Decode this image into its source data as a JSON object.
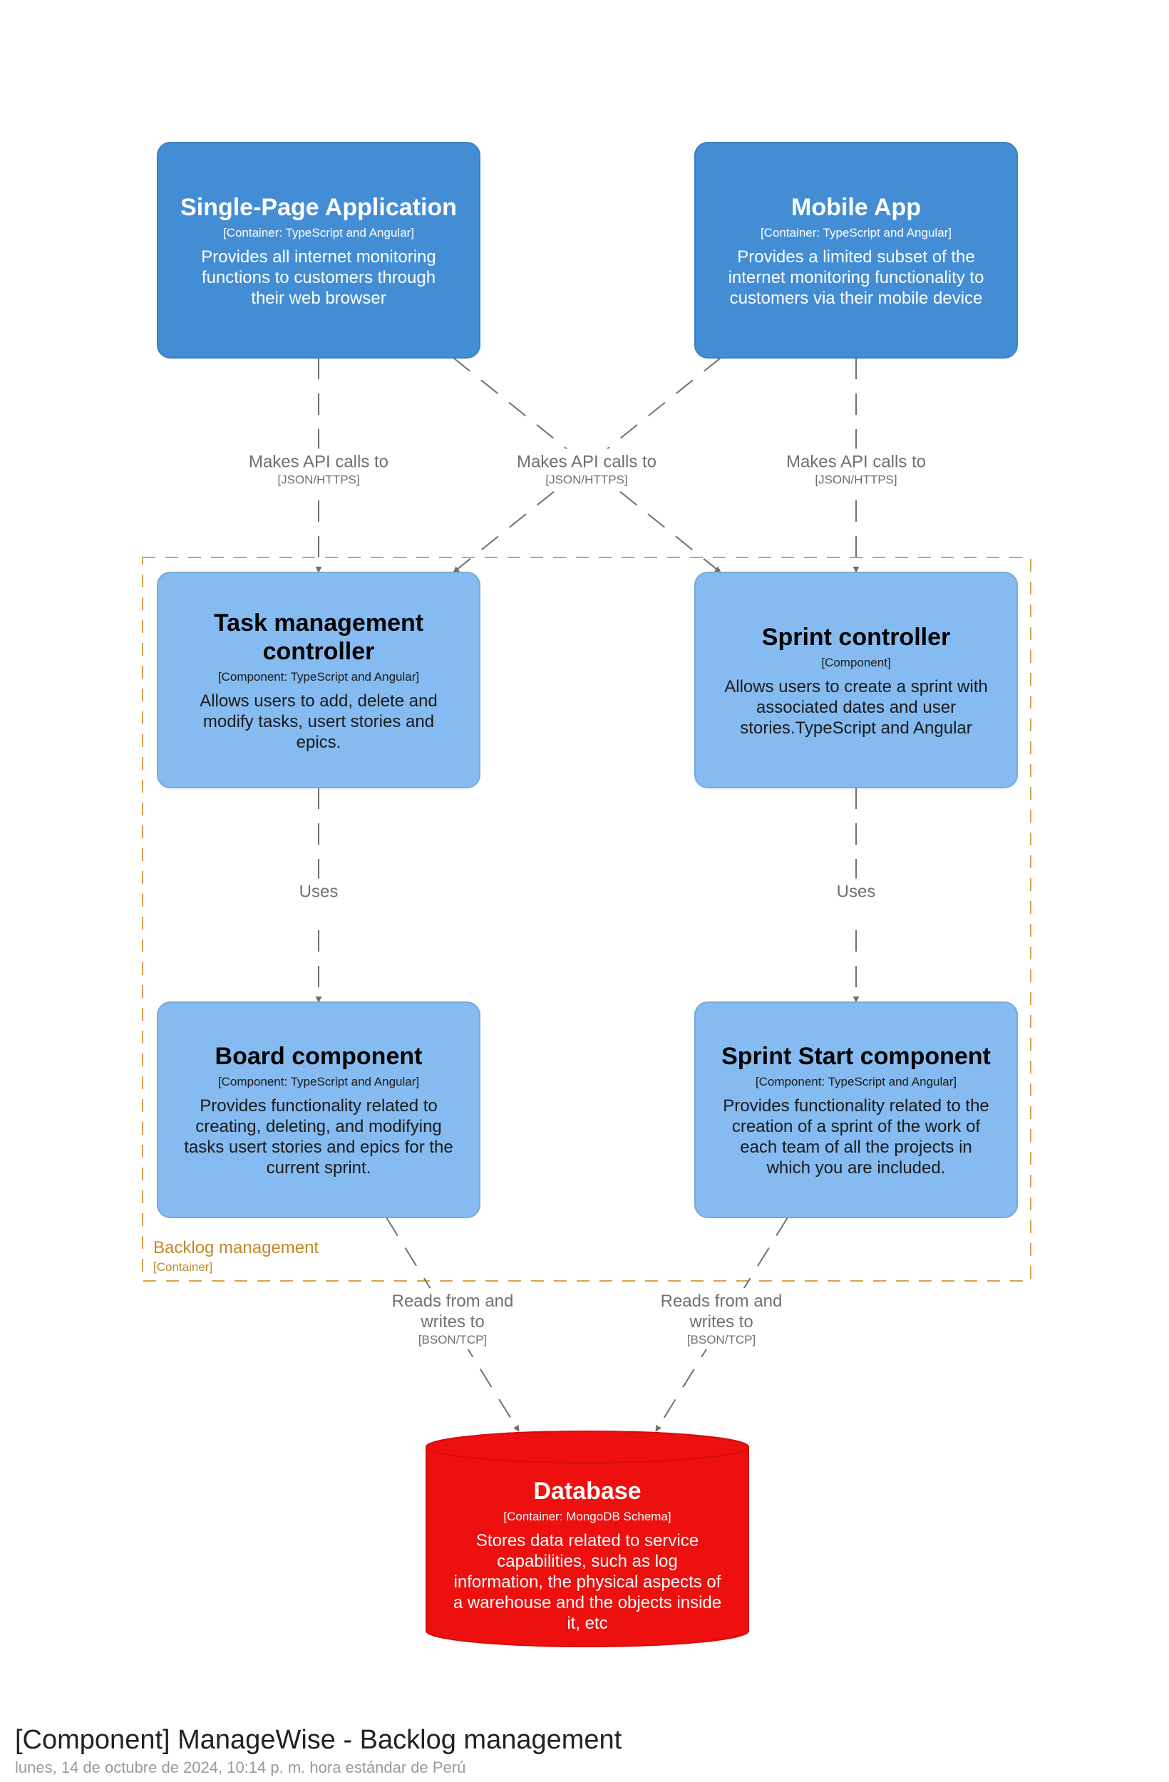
{
  "colors": {
    "container": "#438dd5",
    "container_stroke": "#3c7fc0",
    "component": "#85bbf0",
    "component_stroke": "#78a8d8",
    "database": "#ee0f0f",
    "database_stroke": "#d50d0d",
    "boundary": "#d9a34b",
    "boundary_text": "#c0882a",
    "arrow": "#707070",
    "label_text": "#707070"
  },
  "boundary": {
    "title": "Backlog management",
    "type": "[Container]"
  },
  "nodes": [
    {
      "id": "spa",
      "kind": "container",
      "title": [
        "Single-Page Application"
      ],
      "tech": "[Container: TypeScript and Angular]",
      "desc": [
        "Provides all internet monitoring",
        "functions to customers through",
        "their web browser"
      ]
    },
    {
      "id": "mobile",
      "kind": "container",
      "title": [
        "Mobile App"
      ],
      "tech": "[Container: TypeScript and Angular]",
      "desc": [
        "Provides a limited subset of the",
        "internet monitoring functionality to",
        "customers via their mobile device"
      ]
    },
    {
      "id": "task",
      "kind": "component",
      "title": [
        "Task management",
        "controller"
      ],
      "tech": "[Component: TypeScript and Angular]",
      "desc": [
        "Allows users to add, delete and",
        "modify tasks, usert stories and",
        "epics."
      ]
    },
    {
      "id": "sprint",
      "kind": "component",
      "title": [
        "Sprint controller"
      ],
      "tech": "[Component]",
      "desc": [
        "Allows users to create a sprint with",
        "associated dates and user",
        "stories.TypeScript and Angular"
      ]
    },
    {
      "id": "board",
      "kind": "component",
      "title": [
        "Board component"
      ],
      "tech": "[Component: TypeScript and Angular]",
      "desc": [
        "Provides functionality related to",
        "creating, deleting, and modifying",
        "tasks usert stories and epics for the",
        "current sprint."
      ]
    },
    {
      "id": "sprintstart",
      "kind": "component",
      "title": [
        "Sprint Start component"
      ],
      "tech": "[Component: TypeScript and Angular]",
      "desc": [
        "Provides functionality related to the",
        "creation of a sprint of the work of",
        "each team of all the projects in",
        "which you are included."
      ]
    },
    {
      "id": "db",
      "kind": "database",
      "title": [
        "Database"
      ],
      "tech": "[Container: MongoDB Schema]",
      "desc": [
        "Stores data related to service",
        "capabilities, such as log",
        "information, the physical aspects of",
        "a warehouse and the objects inside",
        "it, etc"
      ]
    }
  ],
  "edges": [
    {
      "id": "spa-task",
      "label": [
        "Makes API calls to"
      ],
      "tech": "[JSON/HTTPS]"
    },
    {
      "id": "spa-sprint",
      "label": [
        "Makes API calls to"
      ],
      "tech": "[JSON/HTTPS]"
    },
    {
      "id": "mobile-task",
      "label": [],
      "tech": ""
    },
    {
      "id": "mobile-sprint",
      "label": [
        "Makes API calls to"
      ],
      "tech": "[JSON/HTTPS]"
    },
    {
      "id": "task-board",
      "label": [
        "Uses"
      ],
      "tech": ""
    },
    {
      "id": "sprint-sprintstart",
      "label": [
        "Uses"
      ],
      "tech": ""
    },
    {
      "id": "board-db",
      "label": [
        "Reads from and",
        "writes to"
      ],
      "tech": "[BSON/TCP]"
    },
    {
      "id": "sprintstart-db",
      "label": [
        "Reads from and",
        "writes to"
      ],
      "tech": "[BSON/TCP]"
    }
  ],
  "footer": {
    "title": "[Component] ManageWise - Backlog management",
    "subtitle": "lunes, 14 de octubre de 2024, 10:14 p. m. hora estándar de Perú"
  }
}
